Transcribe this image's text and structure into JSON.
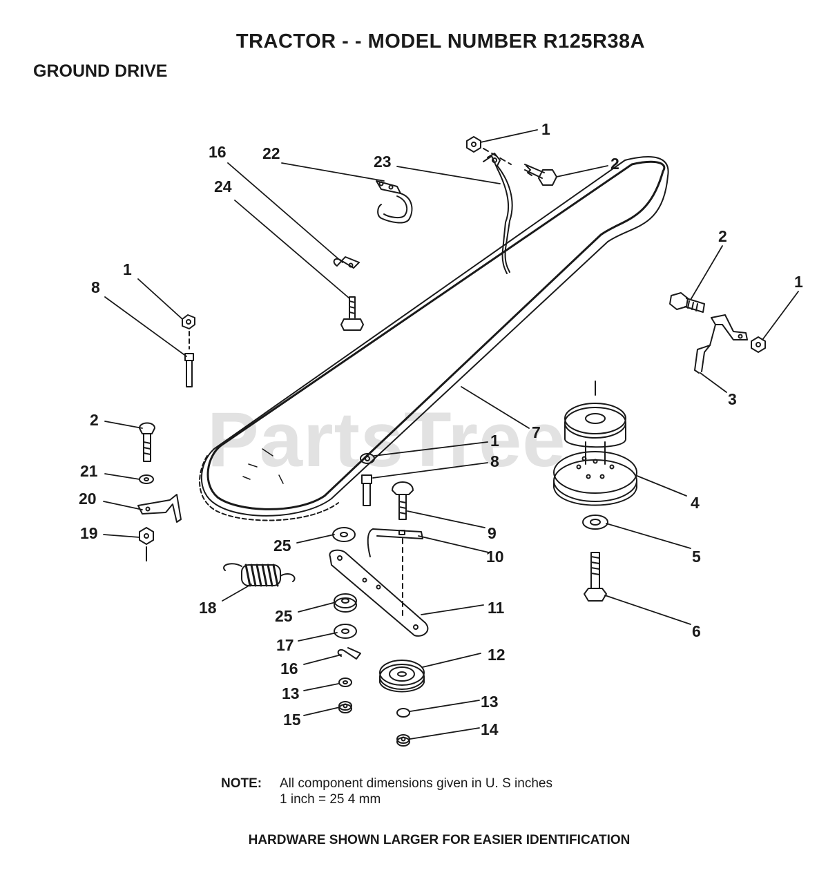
{
  "title": "TRACTOR - - MODEL NUMBER R125R38A",
  "section": "GROUND DRIVE",
  "watermark": "PartsTree",
  "note": {
    "label": "NOTE:",
    "line1": "All component dimensions given in U. S  inches",
    "line2": "1 inch = 25 4 mm"
  },
  "footer": "HARDWARE SHOWN LARGER FOR EASIER IDENTIFICATION",
  "callouts": {
    "c1_nut_top": "1",
    "c2_bolt_top": "2",
    "c23_bracket": "23",
    "c16_top": "16",
    "c22_top": "22",
    "c24_top": "24",
    "c1_left": "1",
    "c8_left": "8",
    "c2_right": "2",
    "c1_right": "1",
    "c3_right": "3",
    "c7_belt": "7",
    "c1_mid": "1",
    "c8_mid": "8",
    "c4_pulley": "4",
    "c5_washer": "5",
    "c6_bolt": "6",
    "c2_left": "2",
    "c21": "21",
    "c20": "20",
    "c19": "19",
    "c9": "9",
    "c10": "10",
    "c25_top": "25",
    "c18": "18",
    "c11": "11",
    "c25_low": "25",
    "c17": "17",
    "c16_low": "16",
    "c12": "12",
    "c13_left": "13",
    "c15": "15",
    "c13_right": "13",
    "c14": "14"
  }
}
